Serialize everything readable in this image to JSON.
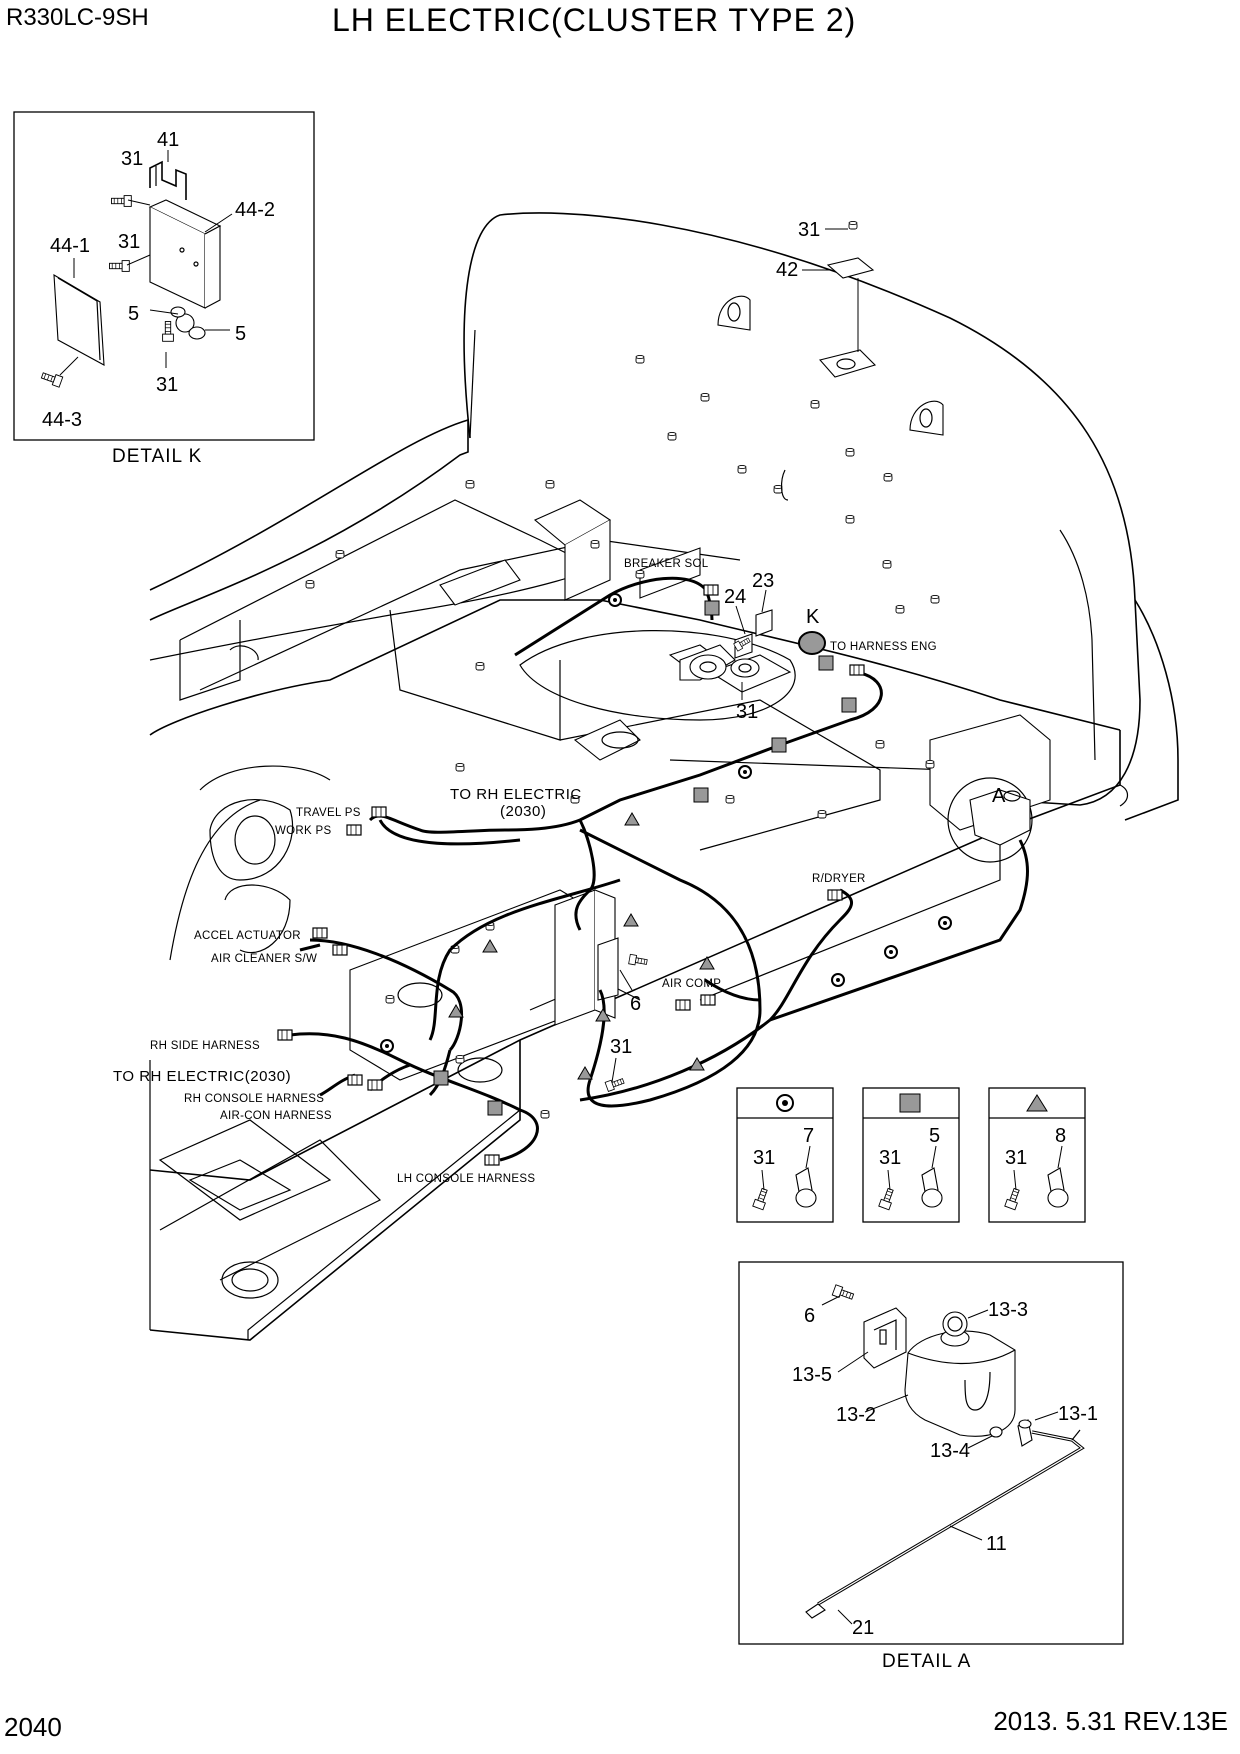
{
  "header": {
    "model": "R330LC-9SH",
    "title": "LH ELECTRIC(CLUSTER TYPE 2)"
  },
  "footer": {
    "page": "2040",
    "revision": "2013. 5.31  REV.13E"
  },
  "detail_k": {
    "caption": "DETAIL K",
    "callouts": [
      "41",
      "31",
      "44-2",
      "31",
      "44-1",
      "5",
      "5",
      "31",
      "44-3"
    ]
  },
  "main": {
    "callouts": [
      "31",
      "42",
      "23",
      "24",
      "K",
      "31",
      "A",
      "6",
      "31"
    ],
    "labels": {
      "breaker_sol": "BREAKER SOL",
      "to_harness_eng": "TO HARNESS ENG",
      "to_rh_electric_top": "TO RH ELECTRIC",
      "to_rh_electric_top_ref": "(2030)",
      "travel_ps": "TRAVEL PS",
      "work_ps": "WORK PS",
      "r_dryer": "R/DRYER",
      "accel_actuator": "ACCEL ACTUATOR",
      "air_cleaner_sw": "AIR CLEANER S/W",
      "air_comp": "AIR COMP",
      "rh_side_harness": "RH SIDE HARNESS",
      "to_rh_electric_bottom": "TO RH ELECTRIC(2030)",
      "rh_console_harness": "RH CONSOLE HARNESS",
      "air_con_harness": "AIR-CON HARNESS",
      "lh_console_harness": "LH CONSOLE HARNESS"
    }
  },
  "legend": [
    {
      "symbol": "circle-dot",
      "bolt": "31",
      "clamp": "7"
    },
    {
      "symbol": "square",
      "bolt": "31",
      "clamp": "5"
    },
    {
      "symbol": "triangle",
      "bolt": "31",
      "clamp": "8"
    }
  ],
  "detail_a": {
    "caption": "DETAIL  A",
    "callouts": [
      "6",
      "13-3",
      "13-5",
      "13-2",
      "13-1",
      "13-4",
      "11",
      "21"
    ]
  }
}
